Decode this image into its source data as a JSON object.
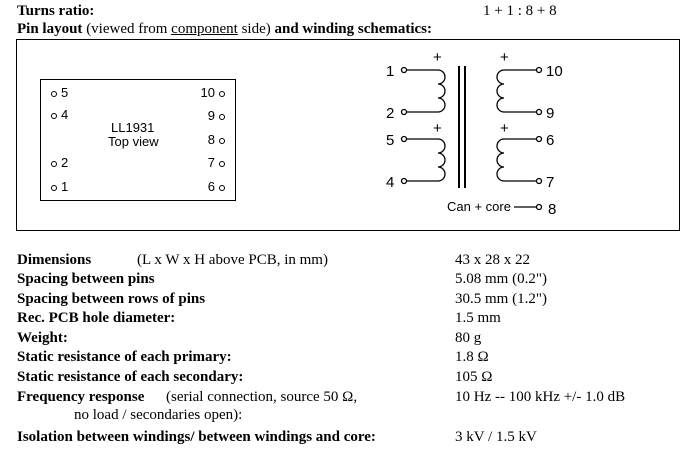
{
  "header": {
    "turns_ratio_label": "Turns ratio:",
    "turns_ratio_value": "1 + 1 : 8 + 8",
    "pin_layout_prefix": "Pin layout",
    "pin_layout_mid": "(viewed from ",
    "pin_layout_underlined": "component",
    "pin_layout_after": " side)",
    "pin_layout_suffix": " and winding schematics:"
  },
  "pin_layout": {
    "model": "LL1931",
    "view": "Top view",
    "left_pins": [
      "5",
      "4",
      "2",
      "1"
    ],
    "right_pins": [
      "10",
      "9",
      "8",
      "7",
      "6"
    ]
  },
  "schematic": {
    "pin1": "1",
    "pin2": "2",
    "pin5": "5",
    "pin4": "4",
    "pin10": "10",
    "pin9": "9",
    "pin6": "6",
    "pin7": "7",
    "pin8": "8",
    "plus": "+",
    "can_core": "Can + core"
  },
  "specs": [
    {
      "label": "Dimensions",
      "note": "(L x W x H above PCB, in mm)",
      "value": "43 x 28 x 22"
    },
    {
      "label": "Spacing between pins",
      "note": "",
      "value": "5.08 mm  (0.2\")"
    },
    {
      "label": "Spacing between rows of pins",
      "note": "",
      "value": "30.5 mm  (1.2\")"
    },
    {
      "label": "Rec. PCB hole diameter:",
      "note": "",
      "value": "1.5 mm"
    },
    {
      "label": "Weight:",
      "note": "",
      "value": "80 g"
    },
    {
      "label": "Static resistance of each primary:",
      "note": "",
      "value": "1.8 Ω"
    },
    {
      "label": "Static resistance of each secondary:",
      "note": "",
      "value": "105 Ω"
    },
    {
      "label": "Frequency response",
      "note": "(serial connection, source 50 Ω,",
      "value": "10 Hz -- 100 kHz +/- 1.0 dB"
    },
    {
      "label": "",
      "note": "no load / secondaries open):",
      "value": ""
    },
    {
      "label": "Isolation between windings/ between windings and core:",
      "note": "",
      "value": "3 kV / 1.5 kV"
    }
  ]
}
